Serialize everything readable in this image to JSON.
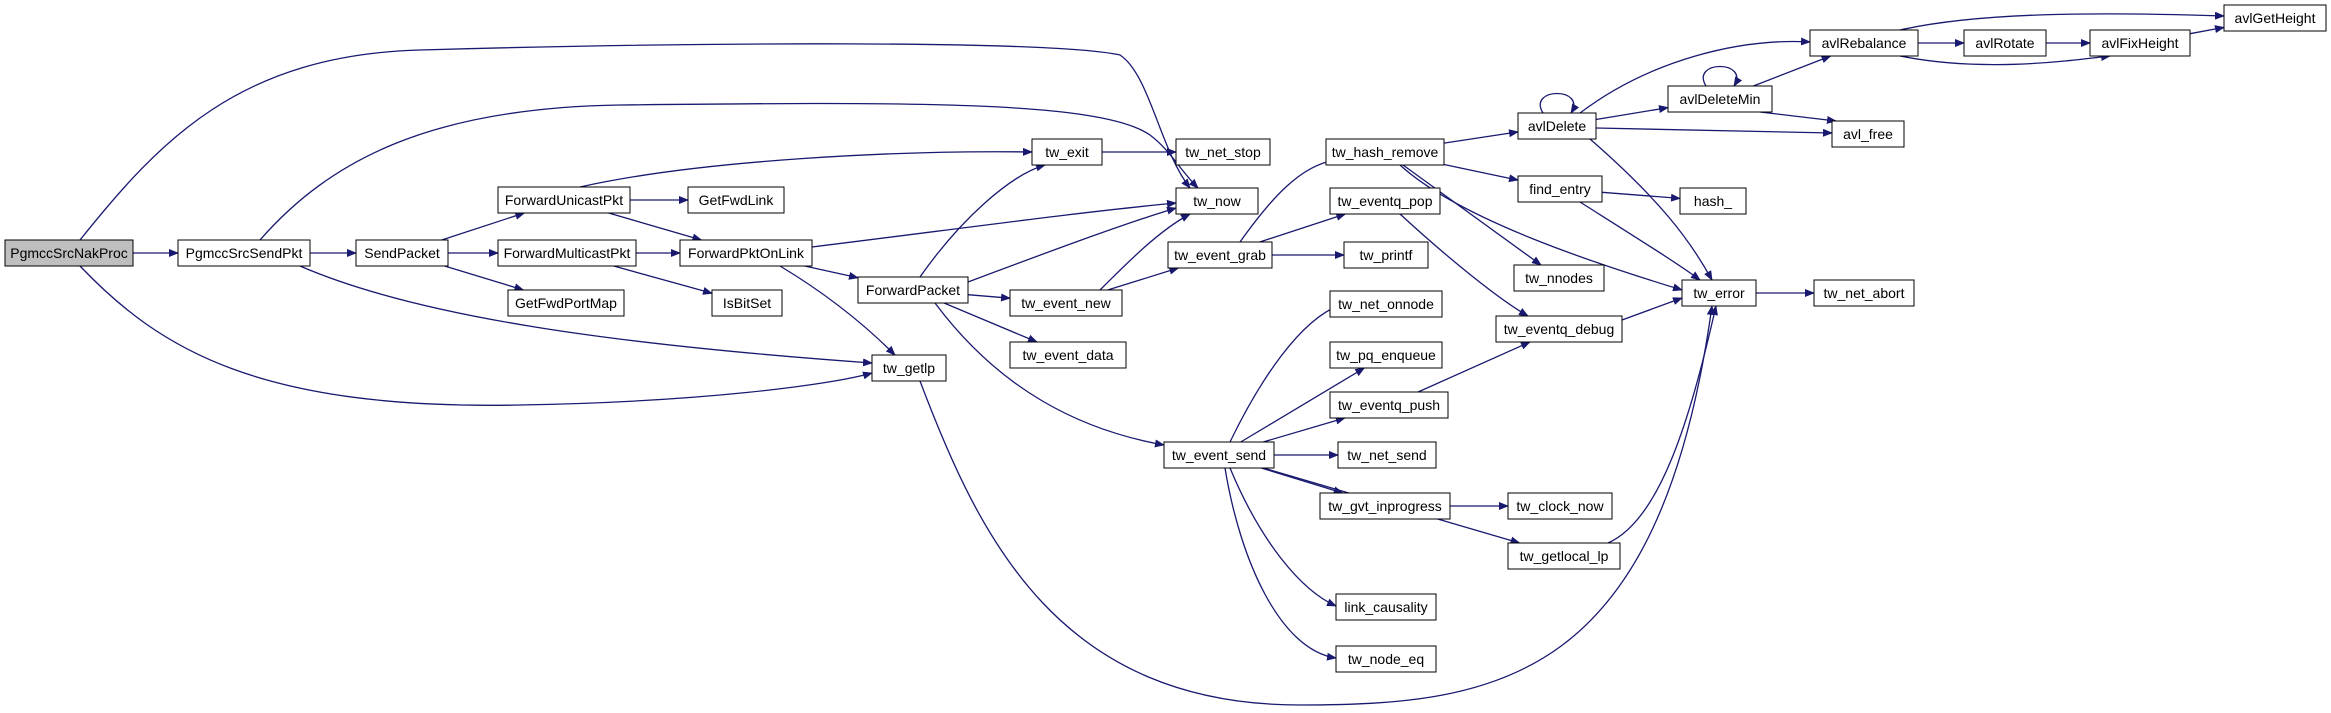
{
  "colors": {
    "edge": "#191970",
    "node_border": "#000000",
    "node_fill": "#ffffff",
    "root_fill": "#bfbfbf"
  },
  "nodes": [
    {
      "id": "PgmccSrcNakProc",
      "label": "PgmccSrcNakProc",
      "root": true
    },
    {
      "id": "PgmccSrcSendPkt",
      "label": "PgmccSrcSendPkt"
    },
    {
      "id": "SendPacket",
      "label": "SendPacket"
    },
    {
      "id": "ForwardUnicastPkt",
      "label": "ForwardUnicastPkt"
    },
    {
      "id": "ForwardMulticastPkt",
      "label": "ForwardMulticastPkt"
    },
    {
      "id": "GetFwdPortMap",
      "label": "GetFwdPortMap"
    },
    {
      "id": "GetFwdLink",
      "label": "GetFwdLink"
    },
    {
      "id": "ForwardPktOnLink",
      "label": "ForwardPktOnLink"
    },
    {
      "id": "IsBitSet",
      "label": "IsBitSet"
    },
    {
      "id": "ForwardPacket",
      "label": "ForwardPacket"
    },
    {
      "id": "tw_getlp",
      "label": "tw_getlp"
    },
    {
      "id": "tw_exit",
      "label": "tw_exit"
    },
    {
      "id": "tw_net_stop",
      "label": "tw_net_stop"
    },
    {
      "id": "tw_now",
      "label": "tw_now"
    },
    {
      "id": "tw_event_new",
      "label": "tw_event_new"
    },
    {
      "id": "tw_event_data",
      "label": "tw_event_data"
    },
    {
      "id": "tw_event_send",
      "label": "tw_event_send"
    },
    {
      "id": "tw_event_grab",
      "label": "tw_event_grab"
    },
    {
      "id": "tw_hash_remove",
      "label": "tw_hash_remove"
    },
    {
      "id": "tw_eventq_pop",
      "label": "tw_eventq_pop"
    },
    {
      "id": "tw_printf",
      "label": "tw_printf"
    },
    {
      "id": "tw_nnodes",
      "label": "tw_nnodes"
    },
    {
      "id": "tw_net_onnode",
      "label": "tw_net_onnode"
    },
    {
      "id": "tw_pq_enqueue",
      "label": "tw_pq_enqueue"
    },
    {
      "id": "tw_eventq_push",
      "label": "tw_eventq_push"
    },
    {
      "id": "tw_net_send",
      "label": "tw_net_send"
    },
    {
      "id": "tw_gvt_inprogress",
      "label": "tw_gvt_inprogress"
    },
    {
      "id": "tw_getlocal_lp",
      "label": "tw_getlocal_lp"
    },
    {
      "id": "link_causality",
      "label": "link_causality"
    },
    {
      "id": "tw_node_eq",
      "label": "tw_node_eq"
    },
    {
      "id": "tw_eventq_debug",
      "label": "tw_eventq_debug"
    },
    {
      "id": "tw_clock_now",
      "label": "tw_clock_now"
    },
    {
      "id": "avlDelete",
      "label": "avlDelete"
    },
    {
      "id": "find_entry",
      "label": "find_entry"
    },
    {
      "id": "hash_",
      "label": "hash_"
    },
    {
      "id": "tw_error",
      "label": "tw_error"
    },
    {
      "id": "tw_net_abort",
      "label": "tw_net_abort"
    },
    {
      "id": "avlDeleteMin",
      "label": "avlDeleteMin"
    },
    {
      "id": "avl_free",
      "label": "avl_free"
    },
    {
      "id": "avlRebalance",
      "label": "avlRebalance"
    },
    {
      "id": "avlRotate",
      "label": "avlRotate"
    },
    {
      "id": "avlFixHeight",
      "label": "avlFixHeight"
    },
    {
      "id": "avlGetHeight",
      "label": "avlGetHeight"
    }
  ],
  "edges": [
    [
      "PgmccSrcNakProc",
      "PgmccSrcSendPkt"
    ],
    [
      "PgmccSrcNakProc",
      "tw_now"
    ],
    [
      "PgmccSrcNakProc",
      "tw_getlp"
    ],
    [
      "PgmccSrcSendPkt",
      "SendPacket"
    ],
    [
      "PgmccSrcSendPkt",
      "tw_now"
    ],
    [
      "PgmccSrcSendPkt",
      "tw_getlp"
    ],
    [
      "SendPacket",
      "ForwardUnicastPkt"
    ],
    [
      "SendPacket",
      "ForwardMulticastPkt"
    ],
    [
      "SendPacket",
      "GetFwdPortMap"
    ],
    [
      "ForwardUnicastPkt",
      "tw_exit"
    ],
    [
      "ForwardUnicastPkt",
      "GetFwdLink"
    ],
    [
      "ForwardUnicastPkt",
      "ForwardPktOnLink"
    ],
    [
      "ForwardMulticastPkt",
      "ForwardPktOnLink"
    ],
    [
      "ForwardMulticastPkt",
      "IsBitSet"
    ],
    [
      "ForwardPktOnLink",
      "tw_now"
    ],
    [
      "ForwardPktOnLink",
      "ForwardPacket"
    ],
    [
      "ForwardPktOnLink",
      "tw_getlp"
    ],
    [
      "ForwardPacket",
      "tw_exit"
    ],
    [
      "ForwardPacket",
      "tw_now"
    ],
    [
      "ForwardPacket",
      "tw_event_new"
    ],
    [
      "ForwardPacket",
      "tw_event_data"
    ],
    [
      "ForwardPacket",
      "tw_event_send"
    ],
    [
      "tw_exit",
      "tw_net_stop"
    ],
    [
      "tw_event_new",
      "tw_now"
    ],
    [
      "tw_event_new",
      "tw_event_grab"
    ],
    [
      "tw_event_grab",
      "tw_hash_remove"
    ],
    [
      "tw_event_grab",
      "tw_eventq_pop"
    ],
    [
      "tw_event_grab",
      "tw_printf"
    ],
    [
      "tw_getlp",
      "tw_error"
    ],
    [
      "tw_event_send",
      "tw_net_onnode"
    ],
    [
      "tw_event_send",
      "tw_pq_enqueue"
    ],
    [
      "tw_event_send",
      "tw_eventq_push"
    ],
    [
      "tw_event_send",
      "tw_net_send"
    ],
    [
      "tw_event_send",
      "tw_gvt_inprogress"
    ],
    [
      "tw_event_send",
      "tw_getlocal_lp"
    ],
    [
      "tw_event_send",
      "link_causality"
    ],
    [
      "tw_event_send",
      "tw_node_eq"
    ],
    [
      "tw_hash_remove",
      "avlDelete"
    ],
    [
      "tw_hash_remove",
      "find_entry"
    ],
    [
      "tw_hash_remove",
      "tw_nnodes"
    ],
    [
      "tw_hash_remove",
      "tw_error"
    ],
    [
      "tw_eventq_pop",
      "tw_eventq_debug"
    ],
    [
      "tw_eventq_push",
      "tw_eventq_debug"
    ],
    [
      "tw_eventq_debug",
      "tw_error"
    ],
    [
      "tw_gvt_inprogress",
      "tw_clock_now"
    ],
    [
      "tw_getlocal_lp",
      "tw_error"
    ],
    [
      "avlDelete",
      "avlDelete"
    ],
    [
      "avlDelete",
      "avlDeleteMin"
    ],
    [
      "avlDelete",
      "avlRebalance"
    ],
    [
      "avlDelete",
      "avl_free"
    ],
    [
      "avlDelete",
      "tw_error"
    ],
    [
      "find_entry",
      "hash_"
    ],
    [
      "find_entry",
      "tw_error"
    ],
    [
      "tw_error",
      "tw_net_abort"
    ],
    [
      "avlDeleteMin",
      "avlDeleteMin"
    ],
    [
      "avlDeleteMin",
      "avlRebalance"
    ],
    [
      "avlDeleteMin",
      "avl_free"
    ],
    [
      "avlRebalance",
      "avlRotate"
    ],
    [
      "avlRebalance",
      "avlFixHeight"
    ],
    [
      "avlRebalance",
      "avlGetHeight"
    ],
    [
      "avlRotate",
      "avlFixHeight"
    ],
    [
      "avlFixHeight",
      "avlGetHeight"
    ]
  ]
}
